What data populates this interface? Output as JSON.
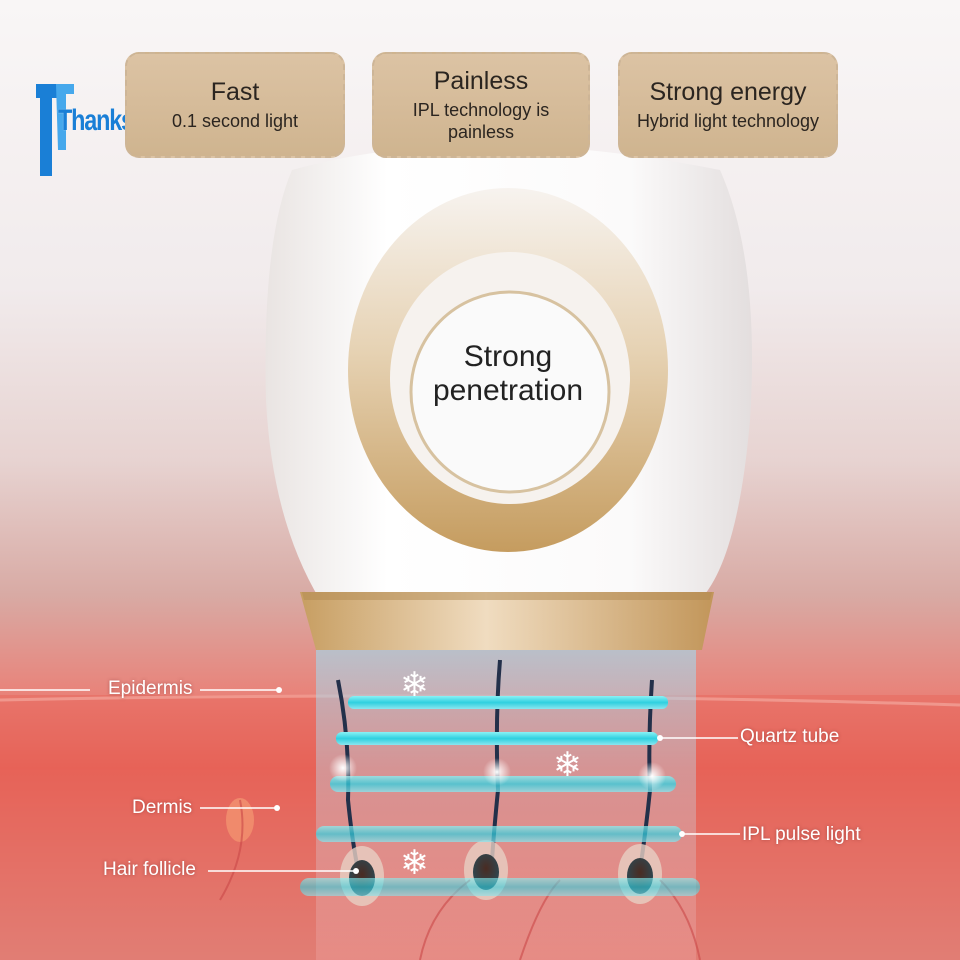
{
  "brand": {
    "name": "ThanksBuyer"
  },
  "features": [
    {
      "title": "Fast",
      "description": "0.1 second light"
    },
    {
      "title": "Painless",
      "description": "IPL technology is painless"
    },
    {
      "title": "Strong energy",
      "description": "Hybrid light technology"
    }
  ],
  "device": {
    "center_text": "Strong penetration"
  },
  "callouts": {
    "epidermis": "Epidermis",
    "dermis": "Dermis",
    "hair_follicle": "Hair follicle",
    "quartz_tube": "Quartz tube",
    "ipl_pulse_light": "IPL pulse light"
  },
  "icons": {
    "snowflake": "snowflake-icon",
    "logo_mark": "logo-icon"
  },
  "colors": {
    "gold": "#c9a46b",
    "light_beam": "#41d6e6",
    "skin": "#e8574c",
    "logo_blue": "#1a7fd6"
  }
}
